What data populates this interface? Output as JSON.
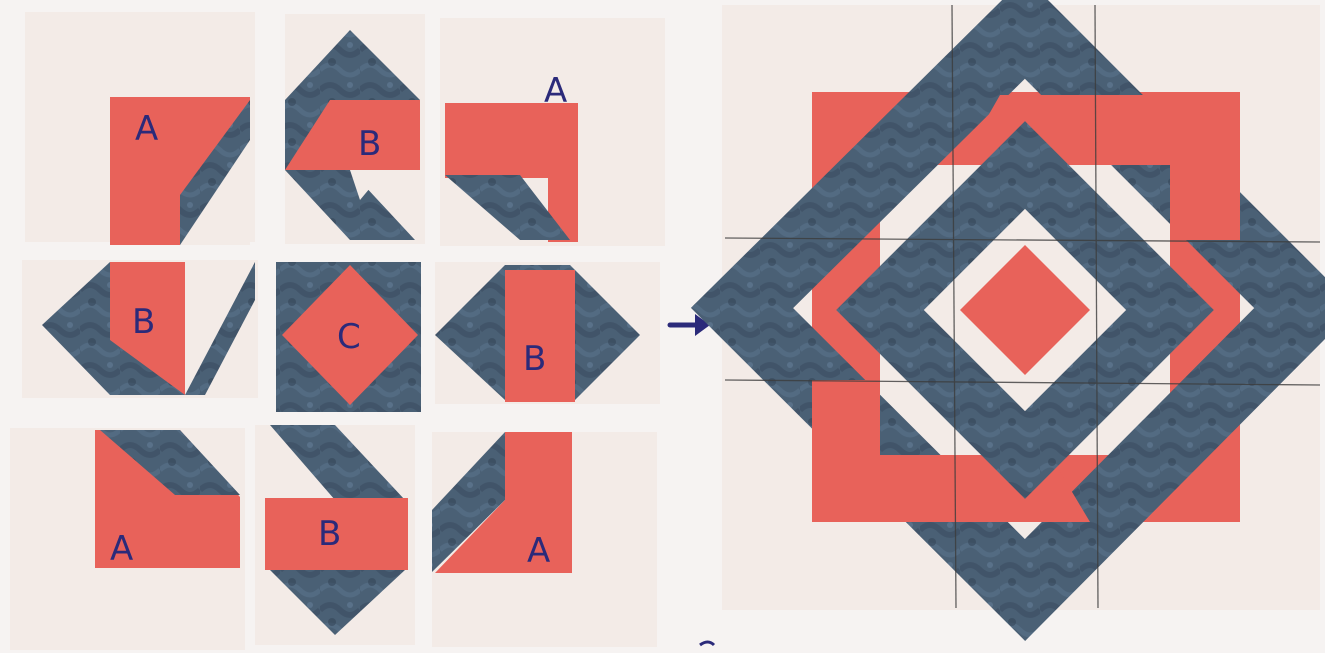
{
  "colors": {
    "paper": "#f3ebe7",
    "coral": "#e8625a",
    "coral_light": "#ee7a72",
    "slate": "#4a6075",
    "slate_dark": "#3a4c61",
    "ink": "#2b2a7a"
  },
  "labels": {
    "tl": "A",
    "tm": "B",
    "tr": "A",
    "ml": "B",
    "mc": "C",
    "mr": "B",
    "bl": "A",
    "bm": "B",
    "br": "A"
  },
  "arrow_icon": "right-arrow-icon"
}
